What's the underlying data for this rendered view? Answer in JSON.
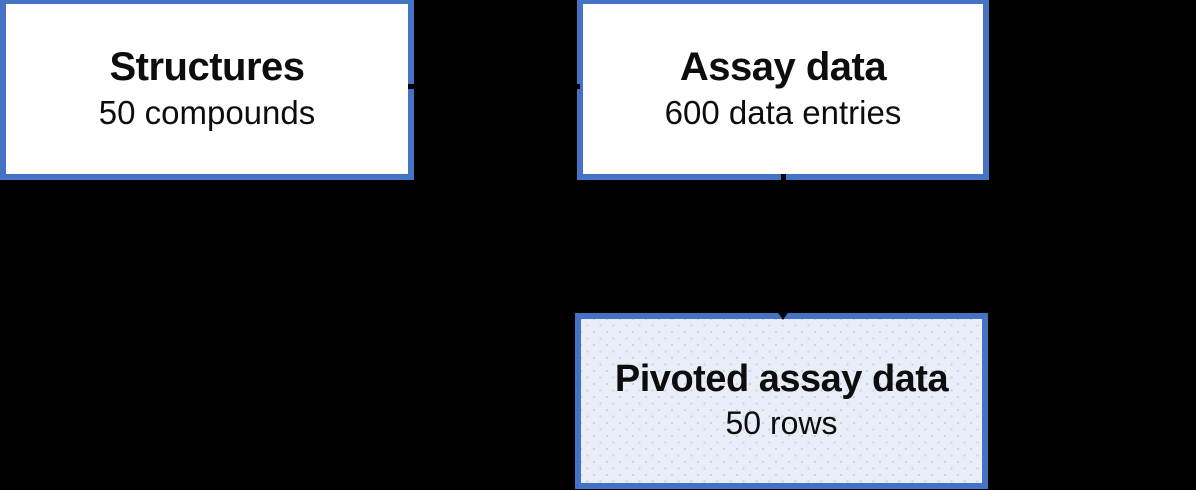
{
  "diagram": {
    "background_color": "#000000",
    "accent_border_color": "#4472C4",
    "connector_color": "#000000",
    "boxes": {
      "structures": {
        "title": "Structures",
        "subtitle": "50 compounds",
        "fill": "#FFFFFF"
      },
      "assay": {
        "title": "Assay data",
        "subtitle": "600 data entries",
        "fill": "#FFFFFF"
      },
      "pivoted": {
        "title": "Pivoted assay data",
        "subtitle": "50 rows",
        "fill": "#E9EDF7",
        "texture": "dotted",
        "dot_color": "#C7D4EC"
      }
    },
    "connectors": {
      "structures_to_assay": {
        "type": "horizontal-line",
        "from": "structures",
        "to": "assay"
      },
      "assay_to_pivoted": {
        "type": "vertical-arrow-down",
        "from": "assay",
        "to": "pivoted"
      }
    }
  }
}
